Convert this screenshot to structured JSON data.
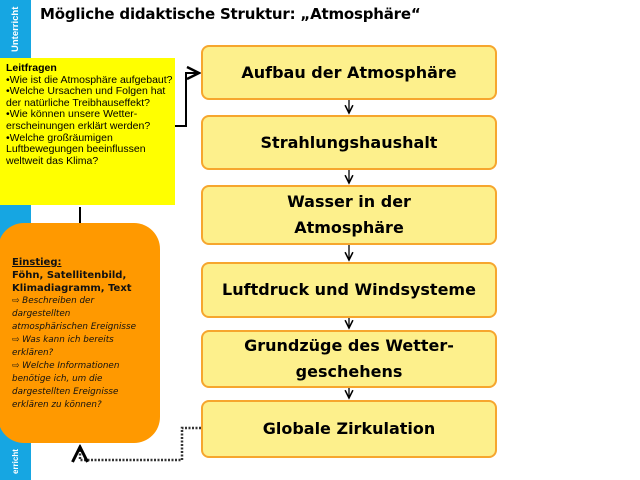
{
  "sidebar_label": "Unterricht",
  "sidebar_visible": "erricht",
  "title": "Mögliche didaktische Struktur: „Atmosphäre“",
  "leitfragen": {
    "heading": "Leitfragen",
    "items": [
      "•Wie ist die Atmosphäre aufgebaut?",
      "•Welche Ursachen und Folgen hat  der  natürliche Treibhauseffekt?",
      "•Wie können unsere Wetter-erscheinungen erklärt werden?",
      "•Welche großräumigen Luftbewegungen beeinflussen weltweit  das Klima?"
    ]
  },
  "einstieg": {
    "heading": "Einstieg:",
    "materials": "Föhn, Satellitenbild, Klimadiagramm, Text",
    "items": [
      "⇨ Beschreiben der dargestellten atmosphärischen Ereignisse",
      "⇨ Was kann ich bereits erklären?",
      "⇨ Welche Informationen benötige ich, um die dargestellten Ereignisse erklären zu können?"
    ]
  },
  "steps": [
    "Aufbau der Atmosphäre",
    "Strahlungshaushalt",
    "Wasser in der Atmosphäre",
    "Luftdruck und Windsysteme",
    "Grundzüge des Wetter-geschehens",
    "Globale Zirkulation"
  ],
  "colors": {
    "strip": "#16a6e2",
    "leitfragen": "#ffff00",
    "einstieg": "#ff9900",
    "step_fill": "#fdf08c",
    "step_border": "#f6a62e"
  }
}
